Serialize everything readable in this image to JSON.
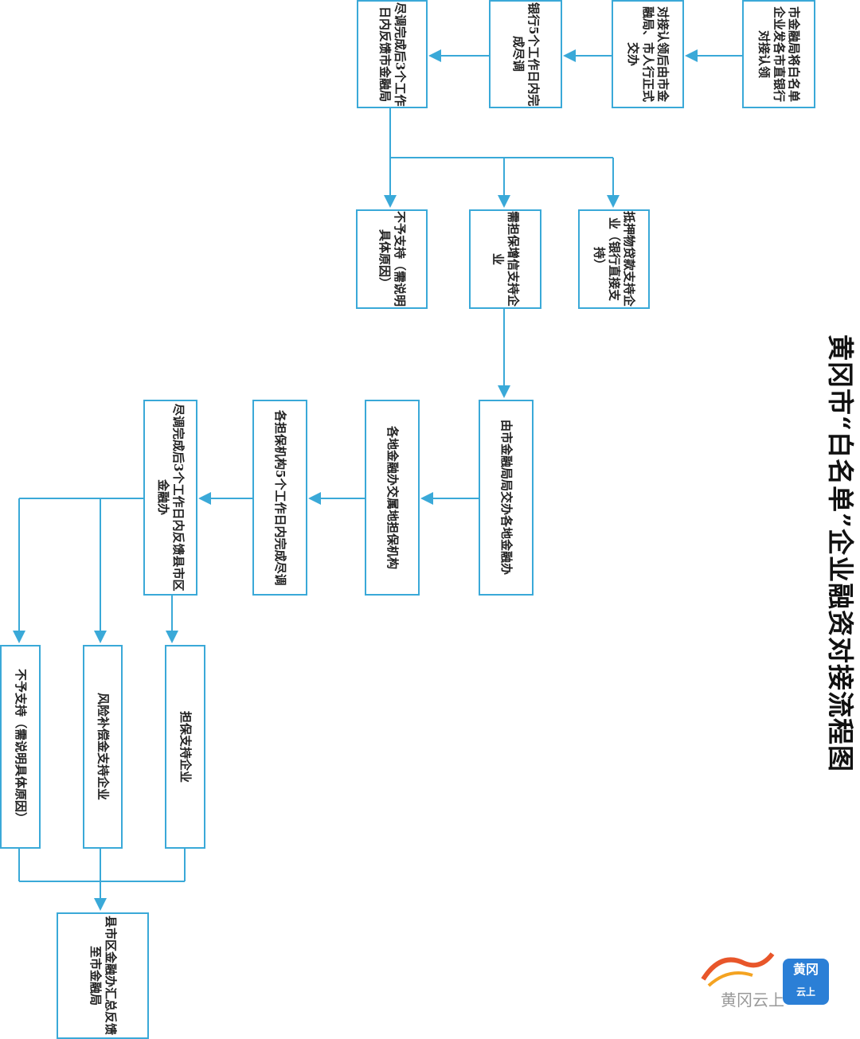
{
  "title": "黄冈市“白名单”企业融资对接流程图",
  "colors": {
    "line": "#3aa9d8",
    "text": "#222222"
  },
  "steps": {
    "s1": "市金融局将白名单企业发各市直银行对接认领",
    "s2": "对接认领后由市金融局、市人行正式交办",
    "s3": "银行5个工作日内完成尽调",
    "s4": "尽调完成后3个工作日内反馈市金融局",
    "b1": "抵押物贷款支持企业（银行直接支持）",
    "b2": "需担保增信支持企业",
    "b3": "不予支持（需说明具体原因）",
    "s5": "由市金融局局交办各地金融办",
    "s6": "各地金融办交属地担保机构",
    "s7": "各担保机构5个工作日内完成尽调",
    "s8": "尽调完成后3个工作日内反馈县市区金融办",
    "c1": "担保支持企业",
    "c2": "风险补偿金支持企业",
    "c3": "不予支持（需说明具体原因）",
    "final": "县市区金融办汇总反馈至市金融局"
  },
  "watermark": {
    "badge": "黄冈",
    "badge_sub": "云上",
    "text": "黄冈云上"
  }
}
